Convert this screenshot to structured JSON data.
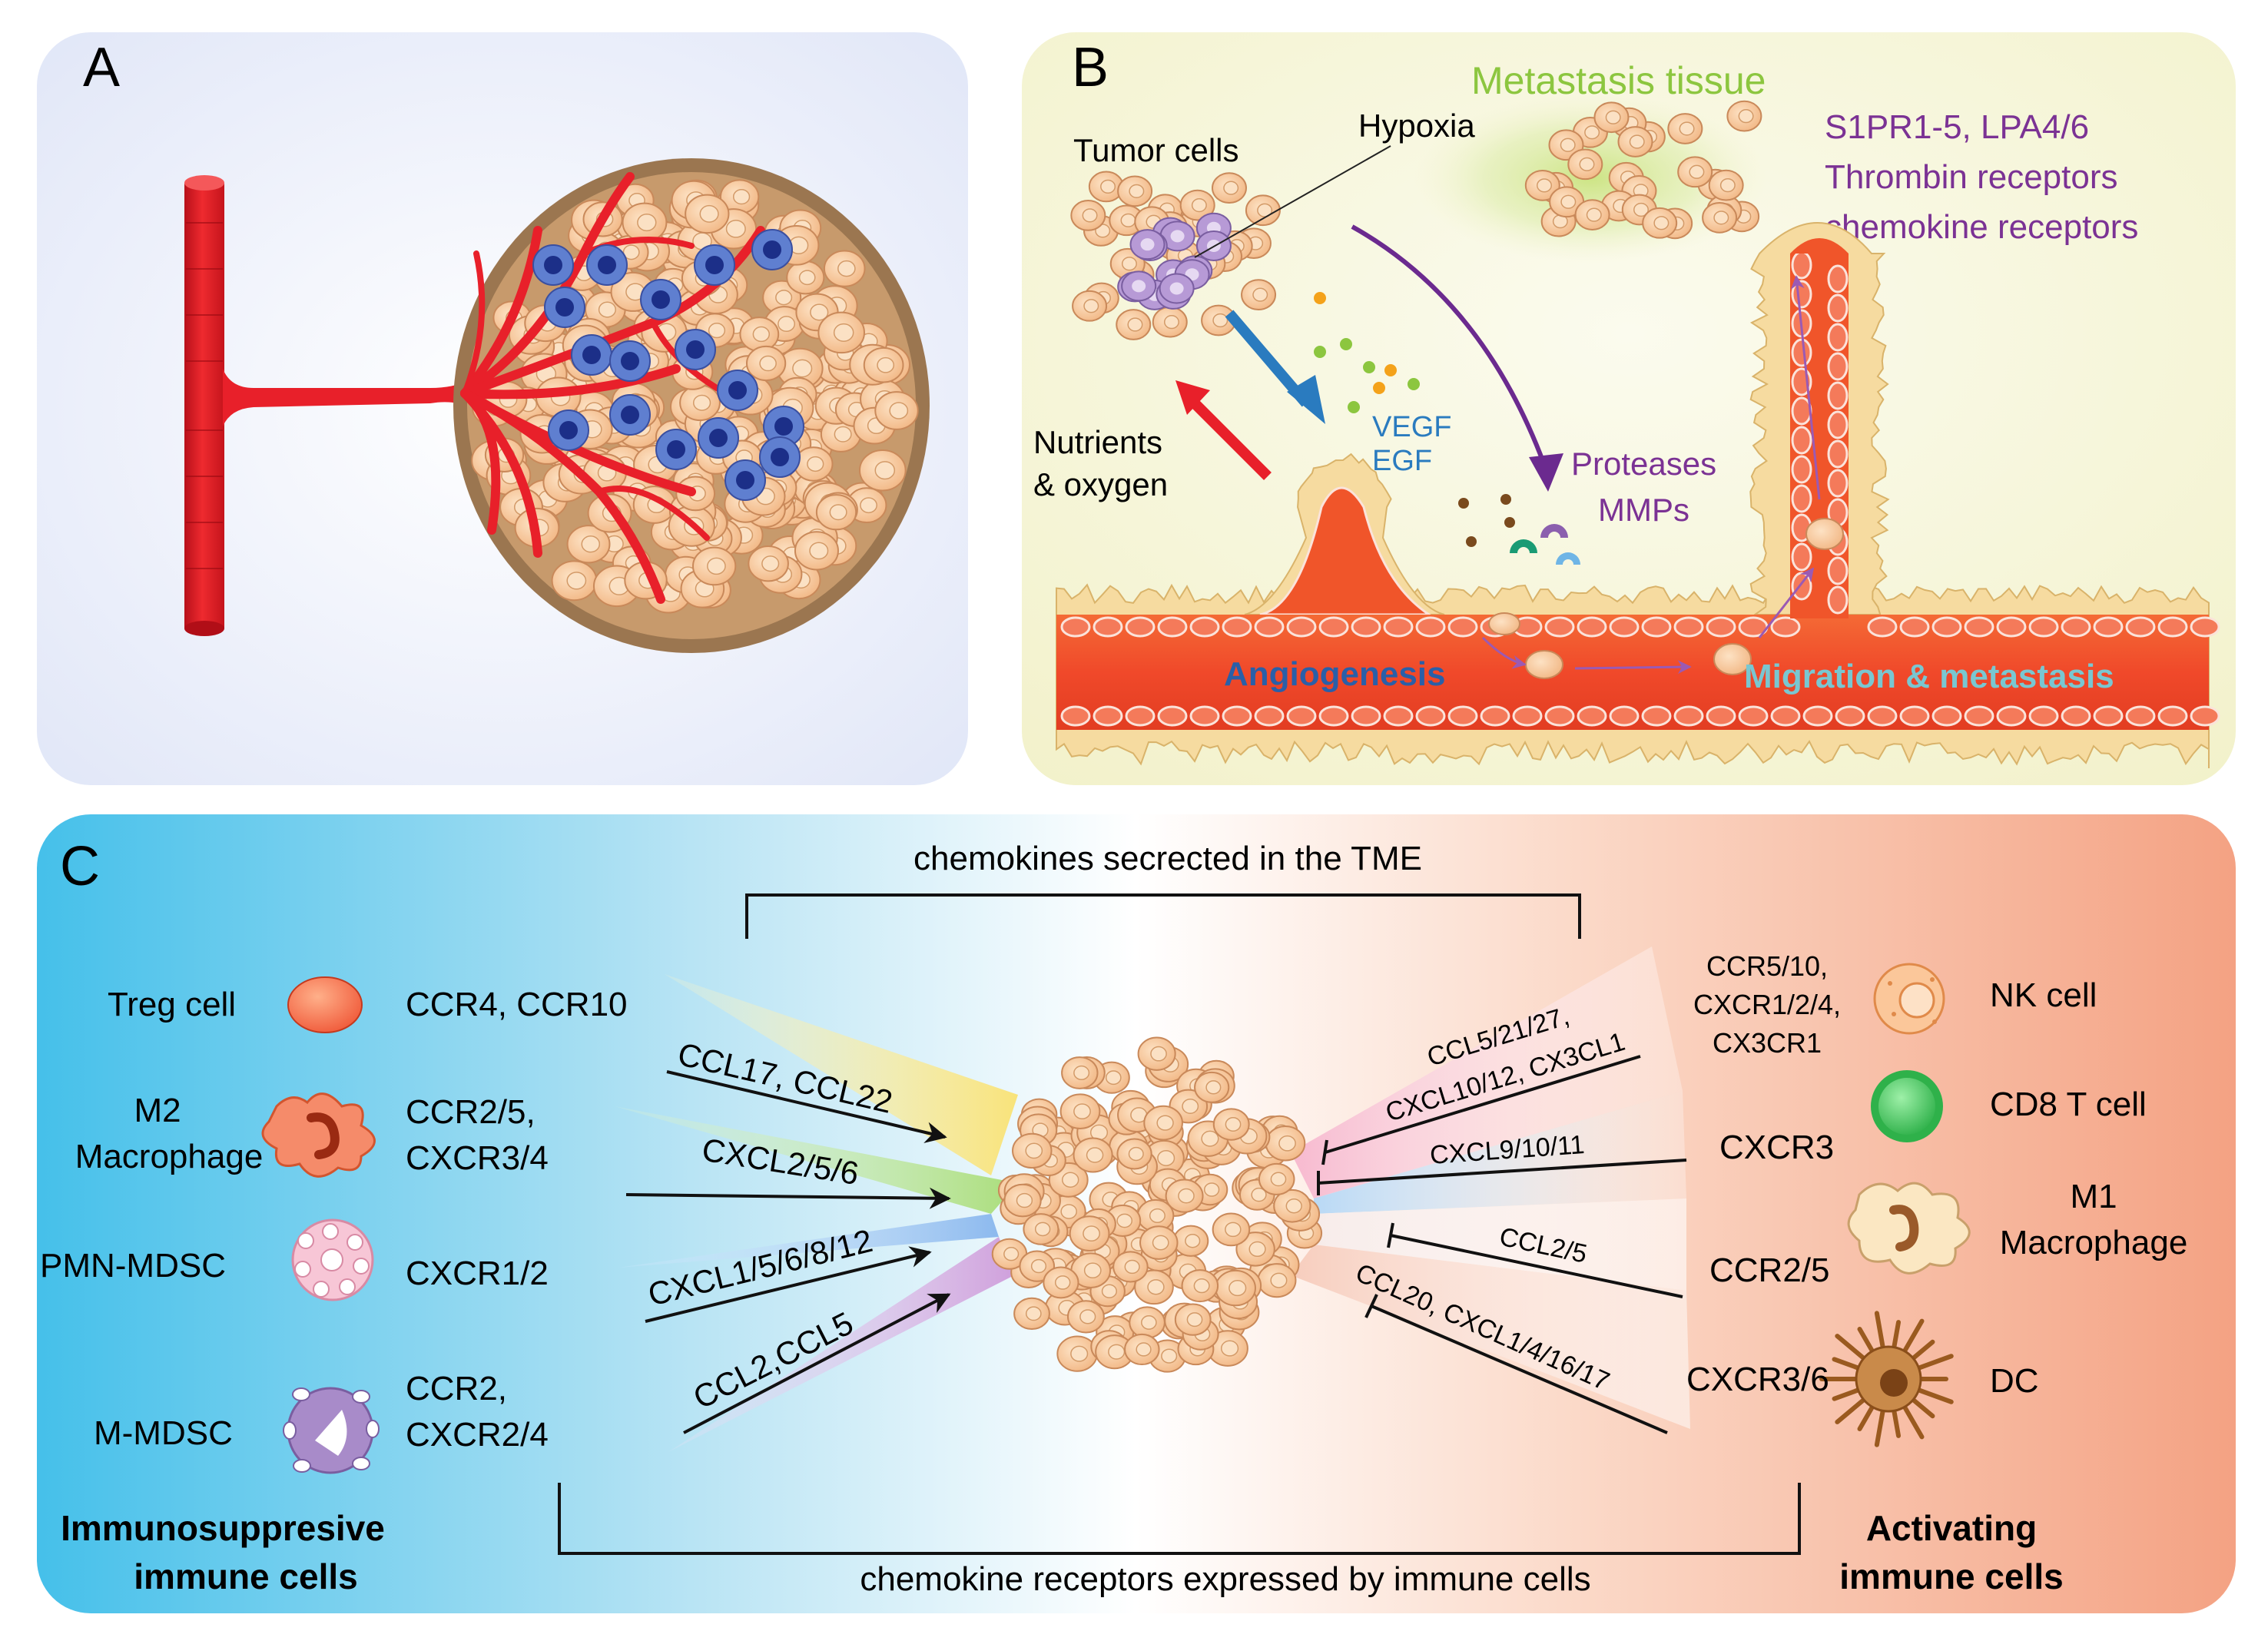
{
  "panel_a": {
    "letter": "A"
  },
  "panel_b": {
    "letter": "B",
    "metastasis_tissue": "Metastasis tissue",
    "tumor_cells": "Tumor cells",
    "hypoxia": "Hypoxia",
    "receptors": [
      "S1PR1-5, LPA4/6",
      "Thrombin receptors",
      "chemokine receptors"
    ],
    "nutrients": [
      "Nutrients",
      "& oxygen"
    ],
    "vegf": "VEGF",
    "egf": "EGF",
    "proteases": "Proteases",
    "mmps": "MMPs",
    "angiogenesis": "Angiogenesis",
    "migration": "Migration & metastasis"
  },
  "panel_c": {
    "letter": "C",
    "top_bracket_label": "chemokines secrected in the TME",
    "bottom_bracket_label": "chemokine receptors expressed by immune cells",
    "left_title": [
      "Immunosuppresive",
      "immune cells"
    ],
    "right_title": [
      "Activating",
      "immune cells"
    ],
    "left_cells": [
      {
        "name": [
          "Treg cell"
        ],
        "receptors": [
          "CCR4, CCR10"
        ]
      },
      {
        "name": [
          "M2",
          "Macrophage"
        ],
        "receptors": [
          "CCR2/5,",
          "CXCR3/4"
        ]
      },
      {
        "name": [
          "PMN-MDSC"
        ],
        "receptors": [
          "CXCR1/2"
        ]
      },
      {
        "name": [
          "M-MDSC"
        ],
        "receptors": [
          "CCR2,",
          "CXCR2/4"
        ]
      }
    ],
    "left_chemokines": [
      "CCL17, CCL22",
      "CXCL2/5/6",
      "CXCL1/5/6/8/12",
      "CCL2,CCL5"
    ],
    "right_cells": [
      {
        "name": [
          "NK cell"
        ],
        "receptors": [
          "CCR5/10,",
          "CXCR1/2/4,",
          "CX3CR1"
        ]
      },
      {
        "name": [
          "CD8 T cell"
        ],
        "receptors": [
          "CXCR3"
        ]
      },
      {
        "name": [
          "M1",
          "Macrophage"
        ],
        "receptors": [
          "CCR2/5"
        ]
      },
      {
        "name": [
          "DC"
        ],
        "receptors": [
          "CXCR3/6"
        ]
      }
    ],
    "right_chemokines": [
      [
        "CCL5/21/27,",
        "CXCL10/12, CX3CL1"
      ],
      [
        "CXCL9/10/11"
      ],
      [
        "CCL2/5"
      ],
      [
        "CCL20, CXCL1/4/16/17"
      ]
    ]
  },
  "colors": {
    "vessel_red": "#e8202a",
    "vessel_orange": "#f0552a",
    "metastasis_green": "#8cc63f",
    "purple_text": "#7b3294",
    "blue_text": "#2a7bbf",
    "angiogenesis_blue": "#2a5fa8",
    "migration_cyan": "#79c7d1",
    "left_bg": "#4fc3e8",
    "right_bg": "#f4a58a"
  }
}
